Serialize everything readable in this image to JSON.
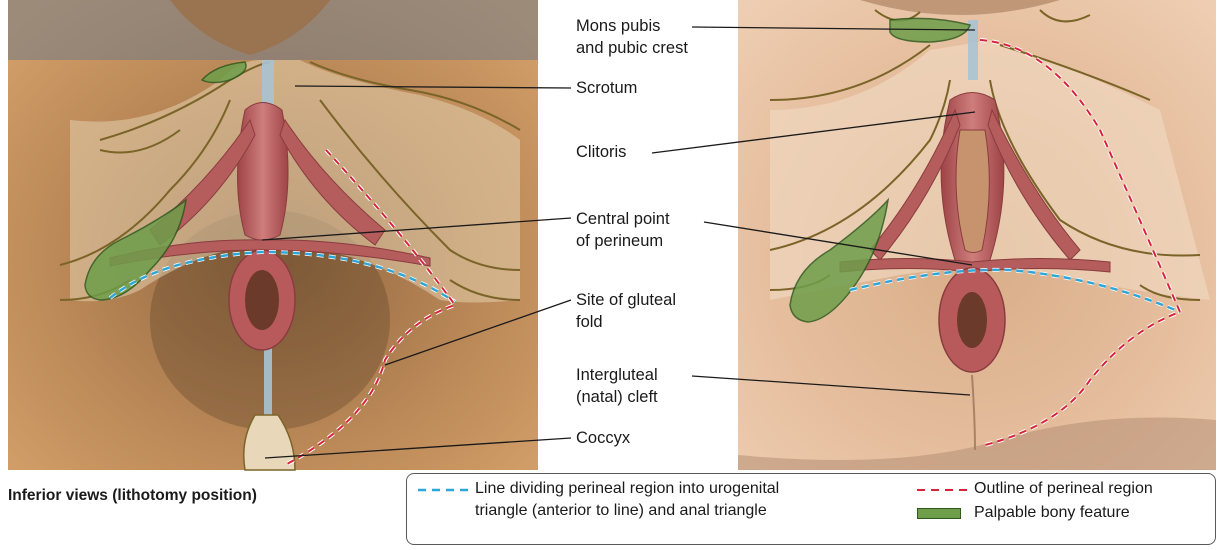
{
  "labels": {
    "mons": "Mons pubis",
    "mons2": "and pubic crest",
    "scrotum": "Scrotum",
    "clitoris": "Clitoris",
    "central": "Central point",
    "central2": "of perineum",
    "gluteal": "Site of gluteal",
    "gluteal2": "fold",
    "cleft": "Intergluteal",
    "cleft2": "(natal) cleft",
    "coccyx": "Coccyx"
  },
  "caption": "Inferior views (lithotomy position)",
  "legend": {
    "dividing_line_1": "Line dividing perineal region into urogenital",
    "dividing_line_2": "triangle (anterior to line) and anal triangle",
    "outline": "Outline of perineal region",
    "bony": "Palpable bony feature"
  },
  "colors": {
    "dividing_line": "#2ea6d8",
    "outline": "#d8243a",
    "bony_fill": "#6e9e4a",
    "muscle": "#b85a5c",
    "skin": "#c9935f"
  }
}
